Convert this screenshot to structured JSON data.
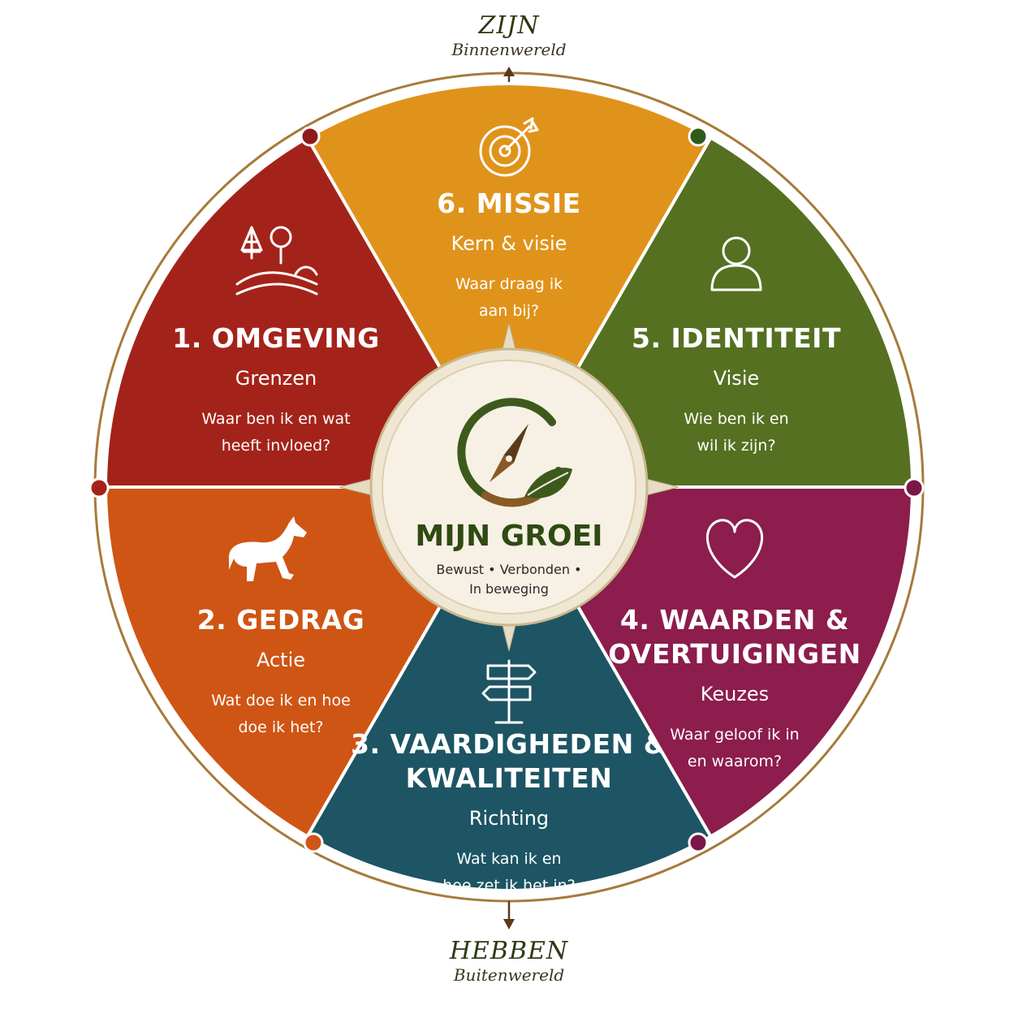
{
  "axis": {
    "top": {
      "title": "ZIJN",
      "subtitle": "Binnenwereld"
    },
    "bottom": {
      "title": "HEBBEN",
      "subtitle": "Buitenwereld"
    }
  },
  "center": {
    "title": "MIJN GROEI",
    "subtitle_line1": "Bewust • Verbonden •",
    "subtitle_line2": "In beweging",
    "icon": "compass-leaf-icon"
  },
  "segments": [
    {
      "key": "omgeving",
      "title": [
        "1. OMGEVING"
      ],
      "subtitle": "Grenzen",
      "question": [
        "Waar ben ik en wat",
        "heeft invloed?"
      ],
      "color": "#a3231a",
      "icon": "landscape-trees-icon"
    },
    {
      "key": "gedrag",
      "title": [
        "2. GEDRAG"
      ],
      "subtitle": "Actie",
      "question": [
        "Wat doe ik en hoe",
        "doe ik het?"
      ],
      "color": "#cf5514",
      "icon": "horse-icon"
    },
    {
      "key": "vaardigheden",
      "title": [
        "3. VAARDIGHEDEN &",
        "KWALITEITEN"
      ],
      "subtitle": "Richting",
      "question": [
        "Wat kan ik en",
        "hoe zet ik het in?"
      ],
      "color": "#1d5564",
      "icon": "signpost-icon"
    },
    {
      "key": "waarden",
      "title": [
        "4. WAARDEN &",
        "OVERTUIGINGEN"
      ],
      "subtitle": "Keuzes",
      "question": [
        "Waar geloof ik in",
        "en waarom?"
      ],
      "color": "#8c1d4c",
      "icon": "heart-icon"
    },
    {
      "key": "identiteit",
      "title": [
        "5. IDENTITEIT"
      ],
      "subtitle": "Visie",
      "question": [
        "Wie ben ik en",
        "wil ik zijn?"
      ],
      "color": "#557021",
      "icon": "person-icon"
    },
    {
      "key": "missie",
      "title": [
        "6. MISSIE"
      ],
      "subtitle": "Kern & visie",
      "question": [
        "Waar draag ik",
        "aan bij?"
      ],
      "color": "#e0931b",
      "icon": "target-arrow-icon"
    }
  ],
  "colors": {
    "ring": "#9a6a2f",
    "center_bg": "#f4efe2",
    "center_ring": "#cdbf9f",
    "dot_omgeving": "#a3231a",
    "dot_missie_top": "#2f5a18",
    "dot_identiteit": "#7a1747",
    "dot_gedrag": "#cf5514",
    "dot_waarden": "#7a1747"
  }
}
